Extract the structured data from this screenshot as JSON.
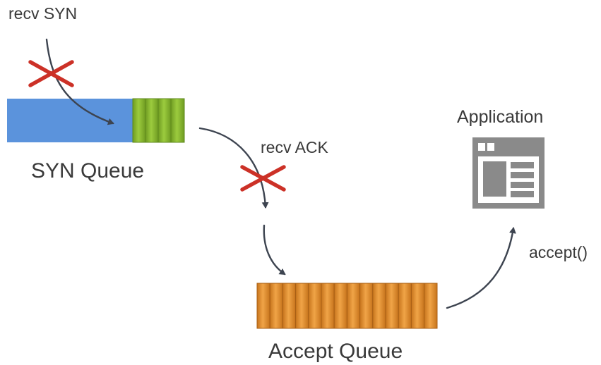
{
  "labels": {
    "recv_syn": "recv SYN",
    "syn_queue": "SYN Queue",
    "recv_ack": "recv ACK",
    "application": "Application",
    "accept_call": "accept()",
    "accept_queue": "Accept Queue"
  },
  "syn_queue": {
    "free_color": "#5b93dc",
    "filled_color": "#86b52f",
    "filled_slots": 4
  },
  "accept_queue": {
    "color": "#e0902c",
    "slots": 14
  },
  "colors": {
    "arrow": "#3d4450",
    "cross": "#cc3127",
    "app_icon": "#8a8a8a"
  },
  "icons": {
    "drop_marker": "cross-icon",
    "application": "application-window-icon"
  }
}
